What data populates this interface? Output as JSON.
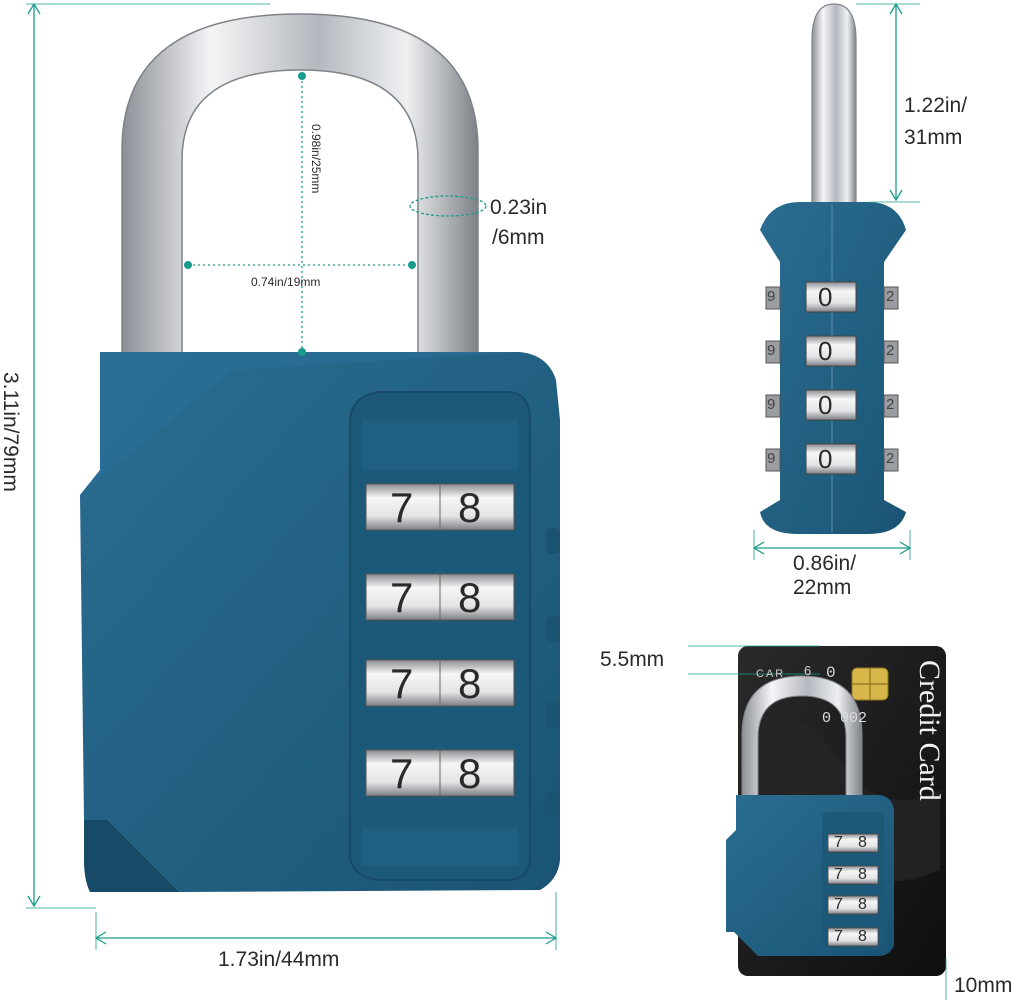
{
  "main_lock": {
    "wheels": [
      {
        "digits": [
          "7",
          "8"
        ]
      },
      {
        "digits": [
          "7",
          "8"
        ]
      },
      {
        "digits": [
          "7",
          "8"
        ]
      },
      {
        "digits": [
          "7",
          "8"
        ]
      }
    ]
  },
  "side_lock": {
    "wheels": [
      {
        "digit": "0",
        "edge_left": "9",
        "edge_right": "2"
      },
      {
        "digit": "0",
        "edge_left": "9",
        "edge_right": "2"
      },
      {
        "digit": "0",
        "edge_left": "9",
        "edge_right": "2"
      },
      {
        "digit": "0",
        "edge_left": "9",
        "edge_right": "2"
      }
    ]
  },
  "card_lock": {
    "wheels": [
      {
        "digits": [
          "7",
          "8"
        ]
      },
      {
        "digits": [
          "7",
          "8"
        ]
      },
      {
        "digits": [
          "7",
          "8"
        ]
      },
      {
        "digits": [
          "7",
          "8"
        ]
      }
    ]
  },
  "credit_card": {
    "title": "Credit Card",
    "number_fragment_top": "0",
    "number_fragment_mid": "0 002",
    "side_fragment": "CAR",
    "side_digit": "6"
  },
  "dimensions": {
    "total_height": "3.11in/79mm",
    "body_width": "1.73in/44mm",
    "shackle_inner_height": "0.98in/25mm",
    "shackle_inner_width": "0.74in/19mm",
    "shackle_diameter_line1": "0.23in",
    "shackle_diameter_line2": "/6mm",
    "shackle_clearance_line1": "1.22in/",
    "shackle_clearance_line2": "31mm",
    "body_depth_line1": "0.86in/",
    "body_depth_line2": "22mm",
    "card_thickness": "5.5mm",
    "card_gap": "10mm"
  },
  "colors": {
    "body_blue": "#1f5e80",
    "body_dark": "#174a66",
    "steel": "#c9ccd1",
    "dimension_line": "#1a9c8c",
    "card_black": "#1b1b1b"
  }
}
